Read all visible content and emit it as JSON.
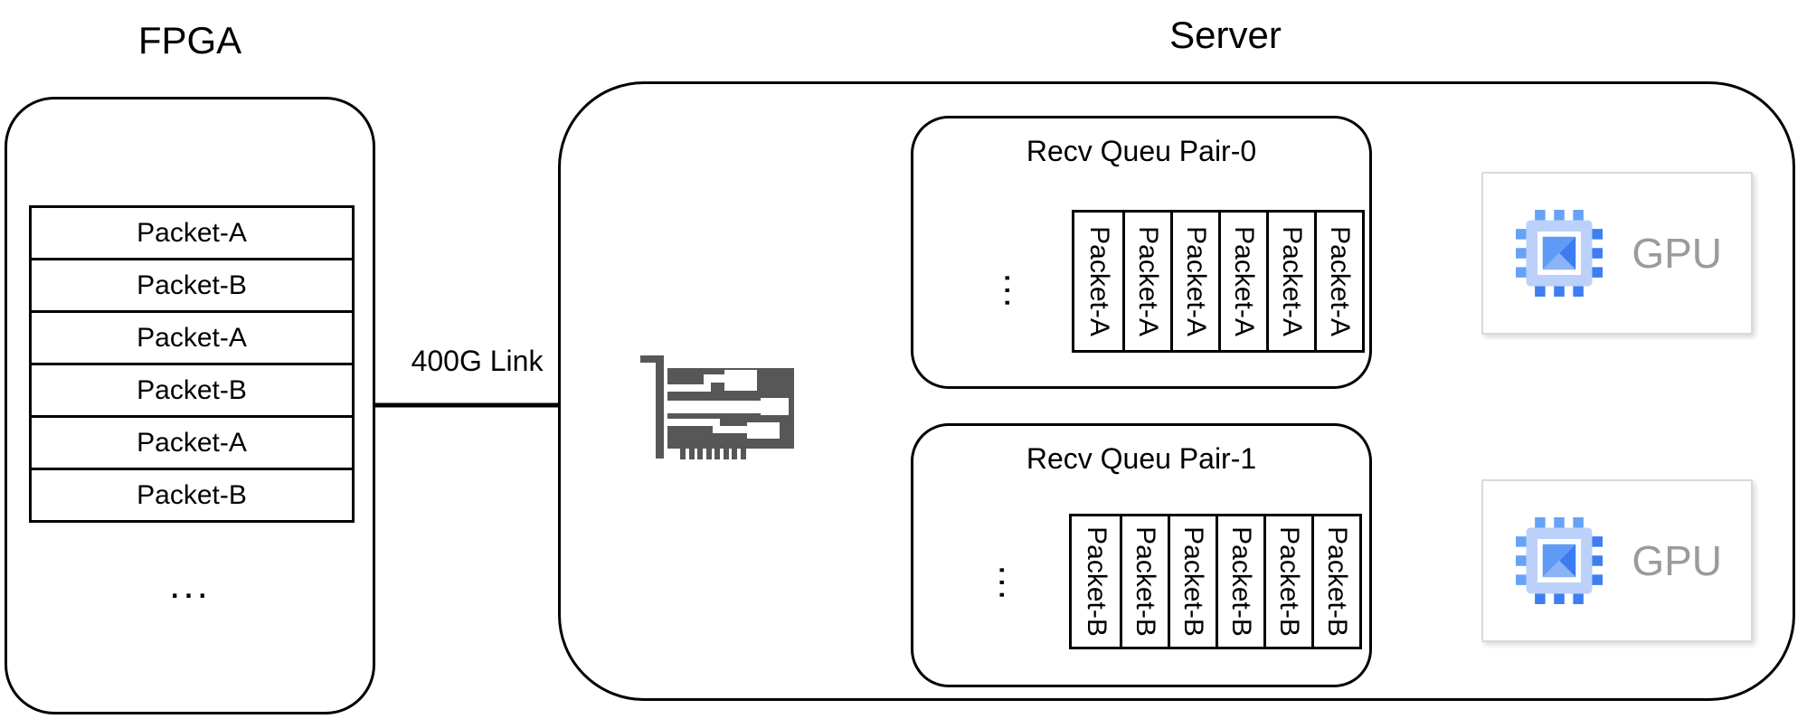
{
  "fpga": {
    "title": "FPGA",
    "packets": [
      "Packet-A",
      "Packet-B",
      "Packet-A",
      "Packet-B",
      "Packet-A",
      "Packet-B"
    ],
    "ellipsis": "..."
  },
  "link": {
    "label": "400G Link"
  },
  "server": {
    "title": "Server"
  },
  "nic": {
    "icon": "network-interface-card-icon",
    "color": "#575757"
  },
  "queue_pairs": [
    {
      "title": "Recv Queu Pair-0",
      "ellipsis": "...",
      "packets": [
        "Packet-A",
        "Packet-A",
        "Packet-A",
        "Packet-A",
        "Packet-A",
        "Packet-A"
      ]
    },
    {
      "title": "Recv Queu Pair-1",
      "ellipsis": "...",
      "packets": [
        "Packet-B",
        "Packet-B",
        "Packet-B",
        "Packet-B",
        "Packet-B",
        "Packet-B"
      ]
    }
  ],
  "gpus": [
    {
      "label": "GPU",
      "icon": "gpu-chip-icon"
    },
    {
      "label": "GPU",
      "icon": "gpu-chip-icon"
    }
  ],
  "colors": {
    "outline": "#000000",
    "nic_icon_gray": "#575757",
    "gpu_box_border": "#d9d9d9",
    "gpu_label_gray": "#9b9b9b",
    "gpu_pin_blue": "#4e8cf5",
    "gpu_body_blue": "#bcd1fa",
    "gpu_dark_blue": "#3b7cf1",
    "gpu_mid_blue": "#5f9bf5",
    "gpu_light_blue": "#8ab3f8"
  }
}
